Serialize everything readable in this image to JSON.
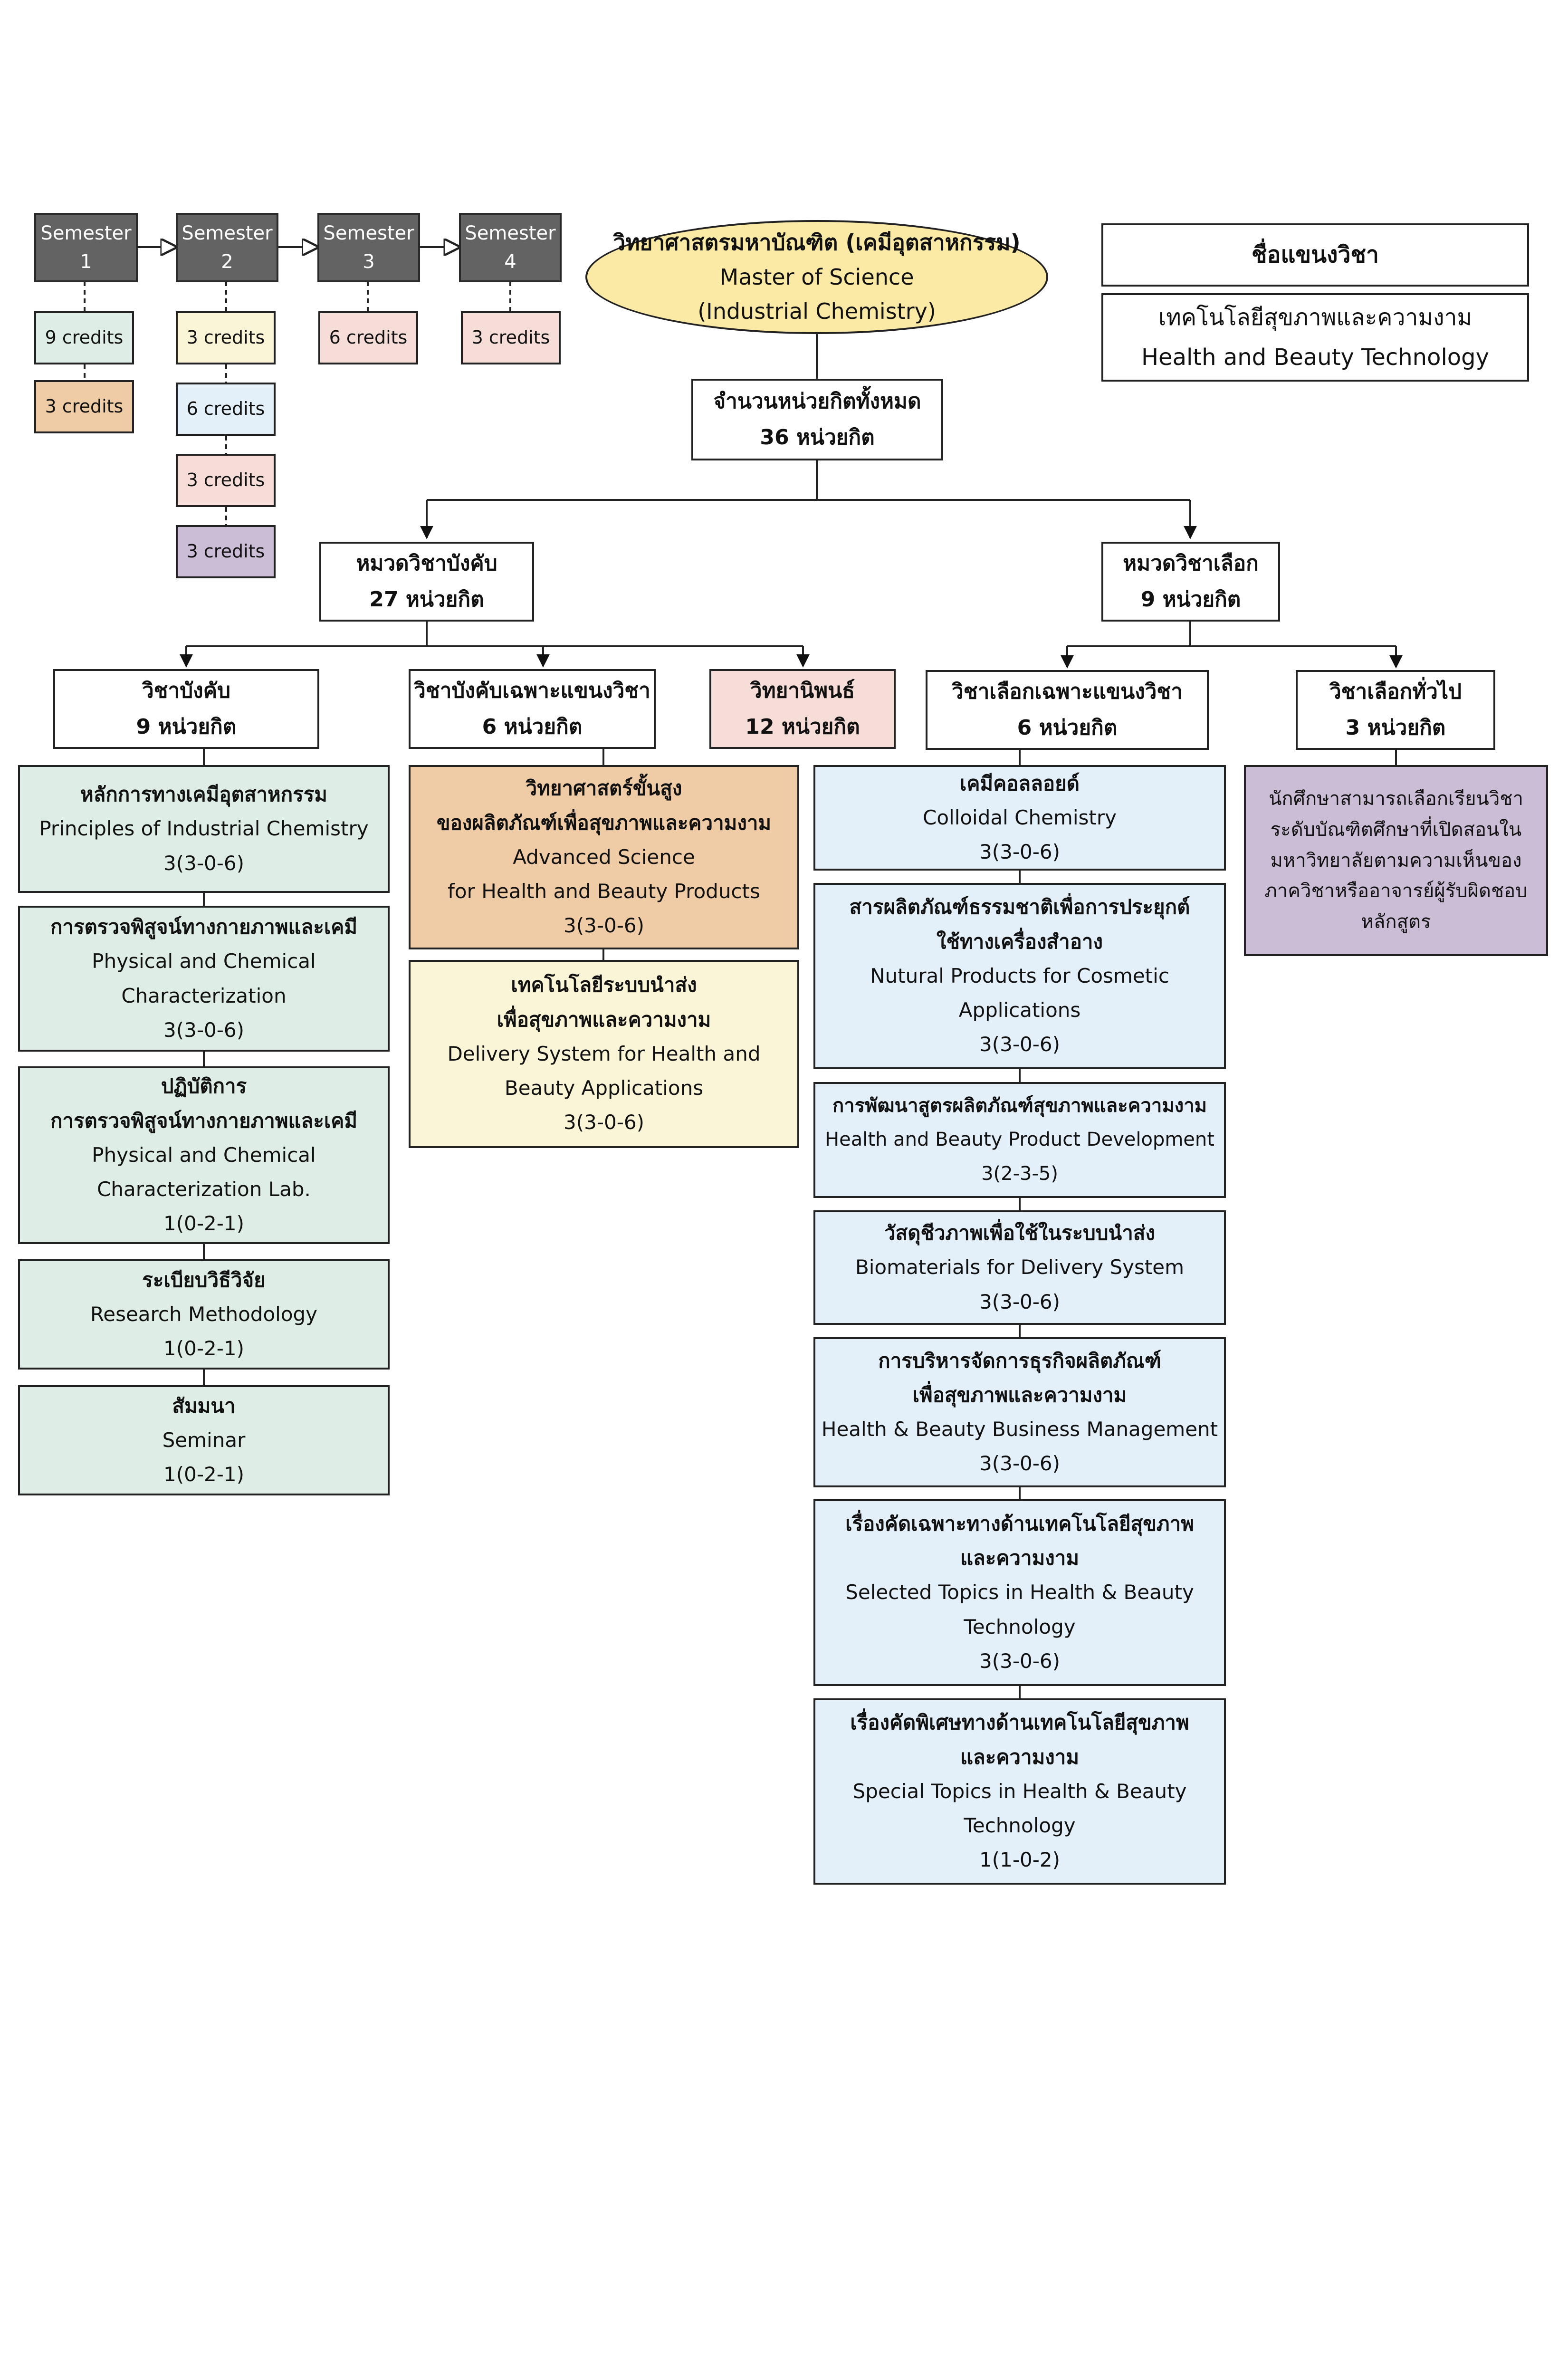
{
  "colors": {
    "green": "#deeee7",
    "yellow": "#fbf5d8",
    "orange": "#efcca6",
    "pink": "#f7ddd8",
    "blue": "#e3eff9",
    "purple": "#cbbdd5",
    "gray": "#636363",
    "oval": "#faeaa5"
  },
  "legend": {
    "semesters": [
      {
        "label": "Semester",
        "num": "1"
      },
      {
        "label": "Semester",
        "num": "2"
      },
      {
        "label": "Semester",
        "num": "3"
      },
      {
        "label": "Semester",
        "num": "4"
      }
    ],
    "credits": {
      "s1": [
        "9 credits",
        "3 credits"
      ],
      "s2": [
        "3 credits",
        "6 credits",
        "3 credits",
        "3 credits"
      ],
      "s3": [
        "6 credits"
      ],
      "s4": [
        "3 credits"
      ]
    }
  },
  "program": {
    "th": "วิทยาศาสตรมหาบัณฑิต (เคมีอุตสาหกรรม)",
    "en1": "Master of Science",
    "en2": "(Industrial Chemistry)"
  },
  "track": {
    "label": "ชื่อแขนงวิชา",
    "th": "เทคโนโลยีสุขภาพและความงาม",
    "en": "Health and Beauty Technology"
  },
  "total": {
    "line1": "จำนวนหน่วยกิตทั้งหมด",
    "line2": "36 หน่วยกิต"
  },
  "required_group": {
    "line1": "หมวดวิชาบังคับ",
    "line2": "27 หน่วยกิต"
  },
  "elective_group": {
    "line1": "หมวดวิชาเลือก",
    "line2": "9 หน่วยกิต"
  },
  "required_core": {
    "line1": "วิชาบังคับ",
    "line2": "9 หน่วยกิต"
  },
  "required_track": {
    "line1": "วิชาบังคับเฉพาะแขนงวิชา",
    "line2": "6 หน่วยกิต"
  },
  "thesis": {
    "line1": "วิทยานิพนธ์",
    "line2": "12 หน่วยกิต"
  },
  "elective_track": {
    "line1": "วิชาเลือกเฉพาะแขนงวิชา",
    "line2": "6 หน่วยกิต"
  },
  "elective_general": {
    "line1": "วิชาเลือกทั่วไป",
    "line2": "3 หน่วยกิต"
  },
  "core_courses": [
    {
      "lines": [
        "หลักการทางเคมีอุตสาหกรรม",
        "Principles of Industrial Chemistry",
        "3(3-0-6)"
      ]
    },
    {
      "lines": [
        "การตรวจพิสูจน์ทางกายภาพและเคมี",
        "Physical and Chemical",
        "Characterization",
        "3(3-0-6)"
      ]
    },
    {
      "lines": [
        "ปฏิบัติการ",
        "การตรวจพิสูจน์ทางกายภาพและเคมี",
        "Physical and Chemical",
        "Characterization Lab.",
        "1(0-2-1)"
      ]
    },
    {
      "lines": [
        "ระเบียบวิธีวิจัย",
        "Research Methodology",
        "1(0-2-1)"
      ]
    },
    {
      "lines": [
        "สัมมนา",
        "Seminar",
        "1(0-2-1)"
      ]
    }
  ],
  "track_courses": [
    {
      "lines": [
        "วิทยาศาสตร์ขั้นสูง",
        "ของผลิตภัณฑ์เพื่อสุขภาพและความงาม",
        "Advanced Science",
        "for Health and Beauty Products",
        "3(3-0-6)"
      ]
    },
    {
      "lines": [
        "เทคโนโลยีระบบนำส่ง",
        "เพื่อสุขภาพและความงาม",
        "Delivery System for Health and",
        "Beauty Applications",
        "3(3-0-6)"
      ]
    }
  ],
  "elective_courses": [
    {
      "lines": [
        "เคมีคอลลอยด์",
        "Colloidal Chemistry",
        "3(3-0-6)"
      ]
    },
    {
      "lines": [
        "สารผลิตภัณฑ์ธรรมชาติเพื่อการประยุกต์",
        "ใช้ทางเครื่องสำอาง",
        "Nutural Products for Cosmetic",
        "Applications",
        "3(3-0-6)"
      ]
    },
    {
      "lines": [
        "การพัฒนาสูตรผลิตภัณฑ์สุขภาพและความงาม",
        "Health and Beauty Product Development",
        "3(2-3-5)"
      ]
    },
    {
      "lines": [
        "วัสดุชีวภาพเพื่อใช้ในระบบนำส่ง",
        "Biomaterials for Delivery System",
        "3(3-0-6)"
      ]
    },
    {
      "lines": [
        "การบริหารจัดการธุรกิจผลิตภัณฑ์",
        "เพื่อสุขภาพและความงาม",
        "Health & Beauty Business Management",
        "3(3-0-6)"
      ]
    },
    {
      "lines": [
        "เรื่องคัดเฉพาะทางด้านเทคโนโลยีสุขภาพ",
        "และความงาม",
        "Selected Topics in Health & Beauty",
        "Technology",
        "3(3-0-6)"
      ]
    },
    {
      "lines": [
        "เรื่องคัดพิเศษทางด้านเทคโนโลยีสุขภาพ",
        "และความงาม",
        "Special Topics in Health & Beauty",
        "Technology",
        "1(1-0-2)"
      ]
    }
  ],
  "general_note": {
    "lines": [
      "นักศึกษาสามารถเลือกเรียนวิชา",
      "ระดับบัณฑิตศึกษาที่เปิดสอนใน",
      "มหาวิทยาลัยตามความเห็นของ",
      "ภาควิชาหรืออาจารย์ผู้รับผิดชอบ",
      "หลักสูตร"
    ]
  }
}
